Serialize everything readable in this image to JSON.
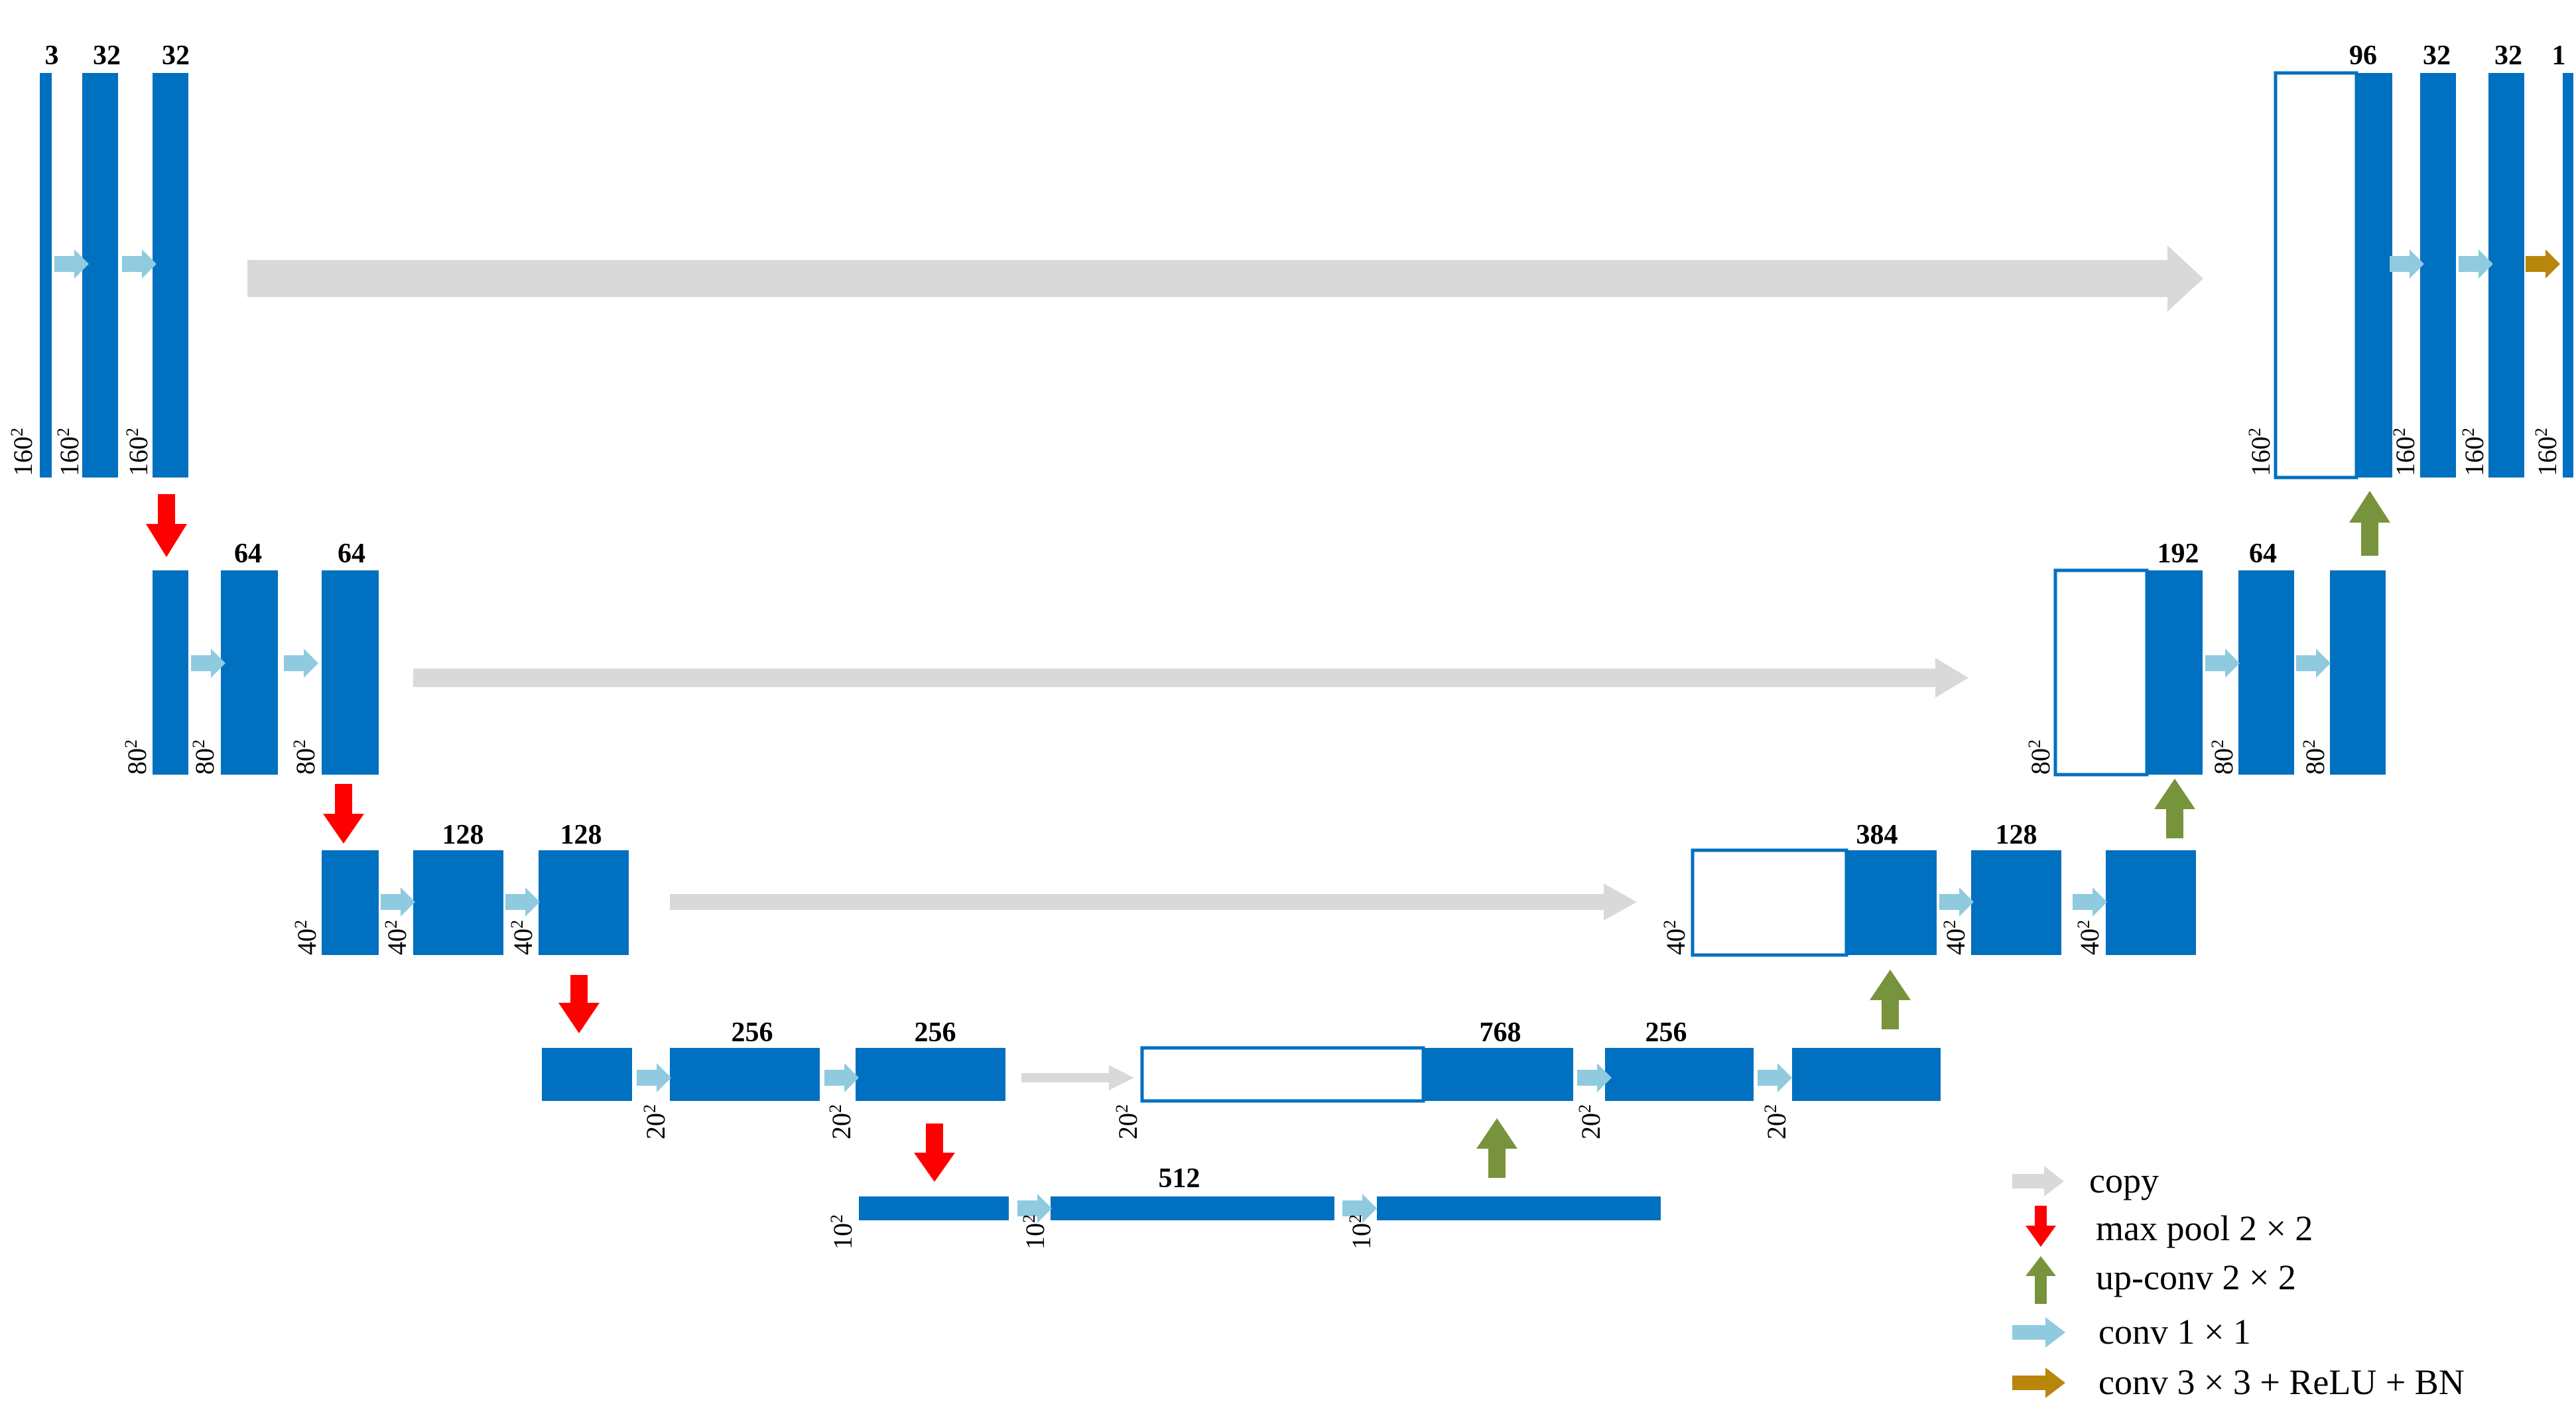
{
  "colors": {
    "block": "#0070C0",
    "copy": "#D9D9D9",
    "maxpool": "#FF0000",
    "upconv": "#77933C",
    "conv1x1": "#8FCADF",
    "conv3x3": "#B8860B"
  },
  "level1": {
    "ch": [
      "3",
      "32",
      "32",
      "96",
      "32",
      "32",
      "1"
    ],
    "sizes": [
      "160",
      "160",
      "160",
      "160",
      "160",
      "160",
      "160"
    ]
  },
  "level2": {
    "ch": [
      "64",
      "64",
      "192",
      "64"
    ],
    "sizes": [
      "80",
      "80",
      "80",
      "80",
      "80",
      "80"
    ]
  },
  "level3": {
    "ch": [
      "128",
      "128",
      "384",
      "128"
    ],
    "sizes": [
      "40",
      "40",
      "40",
      "40",
      "40",
      "40"
    ]
  },
  "level4": {
    "ch": [
      "256",
      "256",
      "768",
      "256"
    ],
    "sizes": [
      "20",
      "20",
      "20",
      "20",
      "20"
    ]
  },
  "level5": {
    "ch": [
      "512"
    ],
    "sizes": [
      "10",
      "10",
      "10"
    ]
  },
  "exponent": "2",
  "legend": {
    "copy": "copy",
    "maxpool": "max pool 2 × 2",
    "upconv": "up-conv 2 × 2",
    "conv1": "conv 1 × 1",
    "conv3": "conv 3 × 3 + ReLU + BN"
  }
}
